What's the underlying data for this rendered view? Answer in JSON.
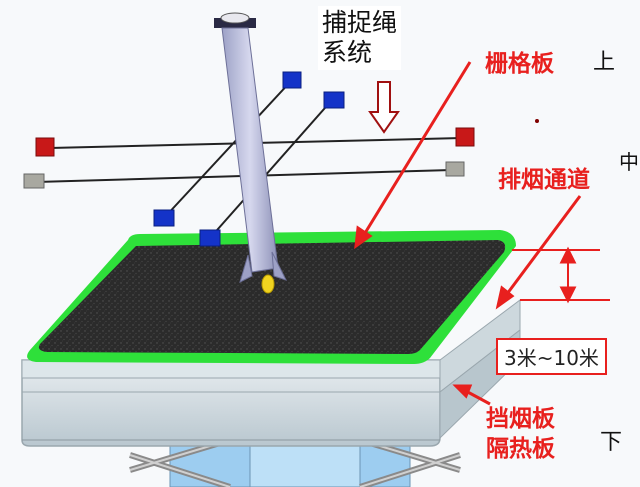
{
  "labels": {
    "capture_system_line1": "捕捉绳",
    "capture_system_line2": "系统",
    "grid_plate": "栅格板",
    "position_top": "上",
    "smoke_channel": "排烟通道",
    "position_middle": "中",
    "height_range": "3米~10米",
    "baffle_line1": "挡烟板",
    "baffle_line2": "隔热板",
    "position_bottom": "下"
  },
  "colors": {
    "annotation_red": "#e8201e",
    "platform_green": "#2ee03a",
    "grid_dark": "#2a2a2a",
    "rocket_body": "#b8bcd8",
    "rope_node_blue": "#1433c8",
    "rope_node_red": "#c81818",
    "rope_node_grey": "#a8a8a0",
    "baffle_frame": "#c9d8de",
    "lift_blue": "#8fc3e8"
  }
}
